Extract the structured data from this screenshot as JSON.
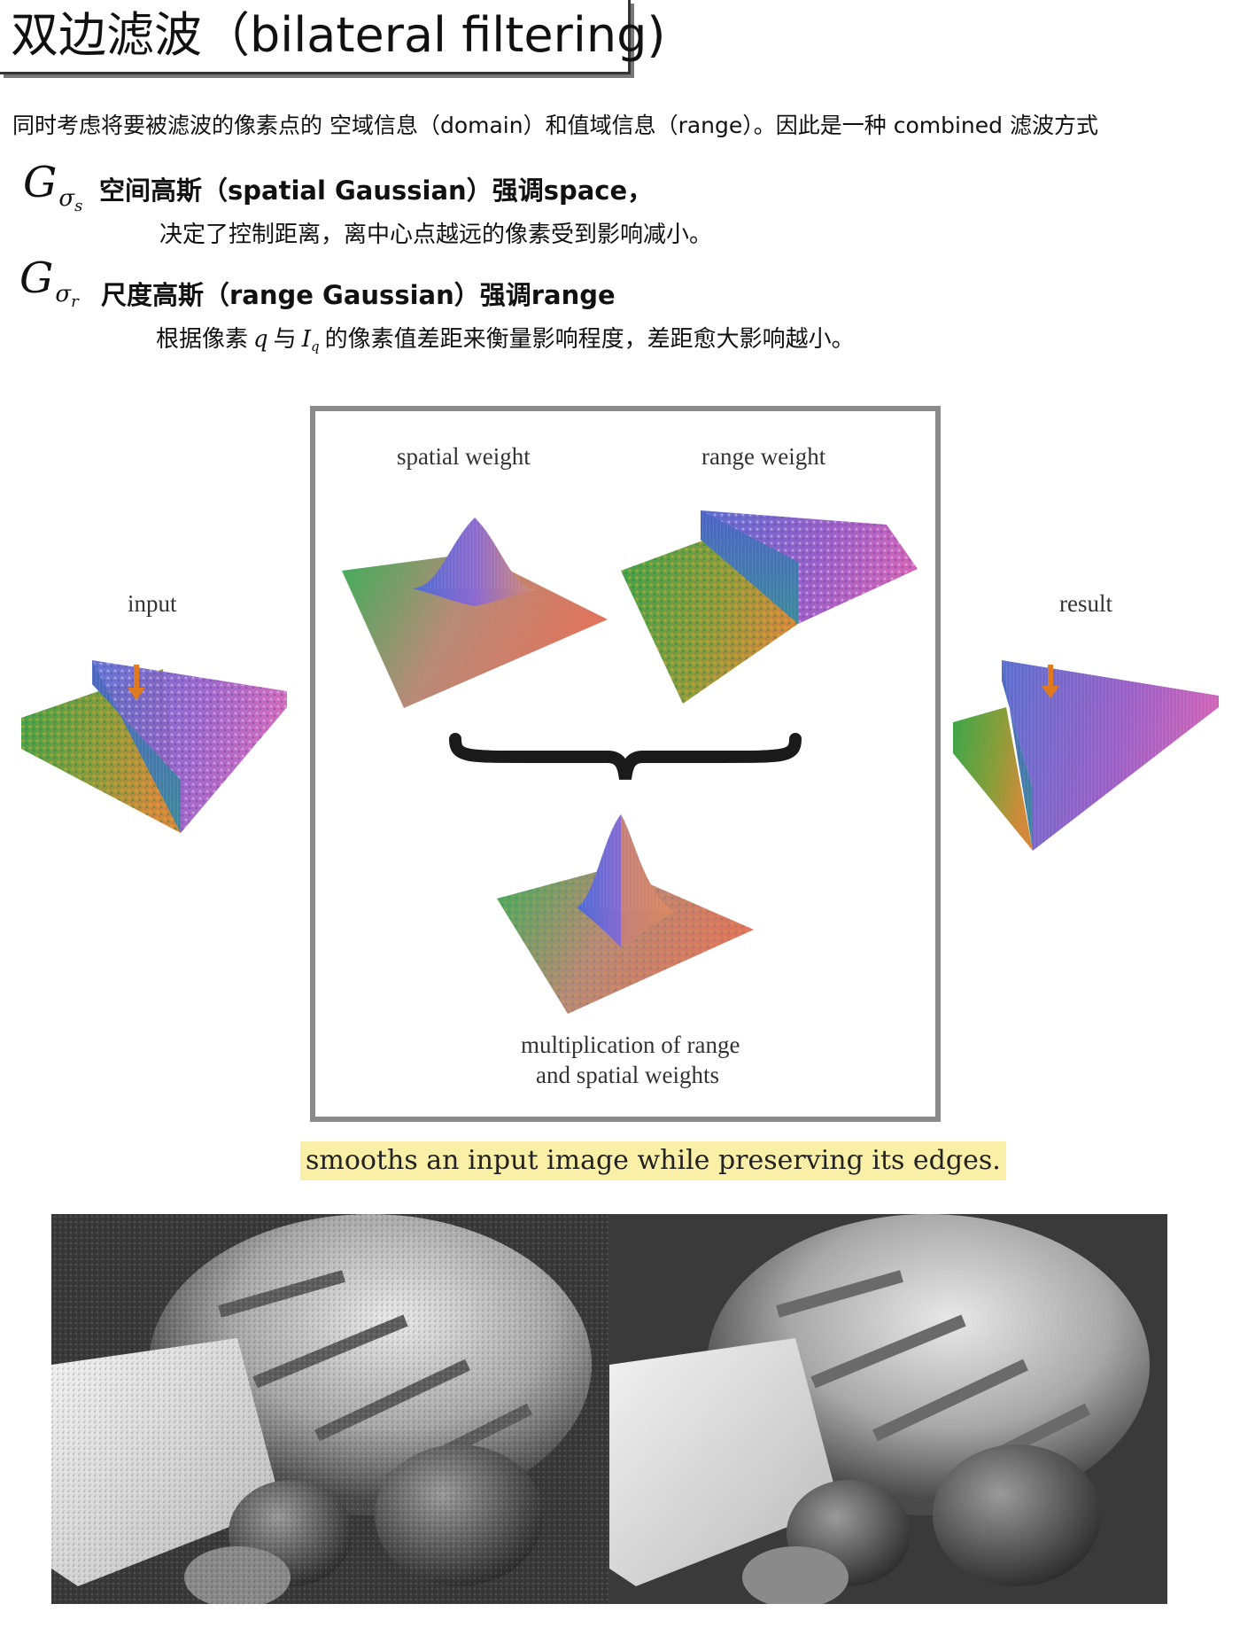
{
  "title": "双边滤波（bilateral filtering)",
  "intro": "同时考虑将要被滤波的像素点的 空域信息（domain）和值域信息（range）。因此是一种 combined 滤波方式",
  "terms": [
    {
      "symbol": "G",
      "subscript": "σ",
      "subsubscript": "s",
      "heading": "空间高斯（spatial Gaussian）强调space，",
      "description": "决定了控制距离，离中心点越远的像素受到影响减小。"
    },
    {
      "symbol": "G",
      "subscript": "σ",
      "subsubscript": "r",
      "heading": "尺度高斯（range Gaussian）强调range",
      "description_before": "根据像素",
      "var_q": "q",
      "description_mid": "与",
      "var_I": "I",
      "var_I_sub": "q",
      "description_after": "的像素值差距来衡量影响程度，差距愈大影响越小。"
    }
  ],
  "figure": {
    "label_input": "input",
    "label_spatial": "spatial weight",
    "label_range": "range weight",
    "label_result": "result",
    "label_mult_line1": "multiplication of range",
    "label_mult_line2": "and spatial weights"
  },
  "caption": "smooths an input image while preserving its edges.",
  "photos": [
    {
      "icon": "photo-noisy-bread-cheese"
    },
    {
      "icon": "photo-filtered-bread-cheese"
    }
  ],
  "colors": {
    "highlight": "#f9efa6",
    "frame": "#8a8a8a",
    "arrow": "#e07a1f"
  }
}
